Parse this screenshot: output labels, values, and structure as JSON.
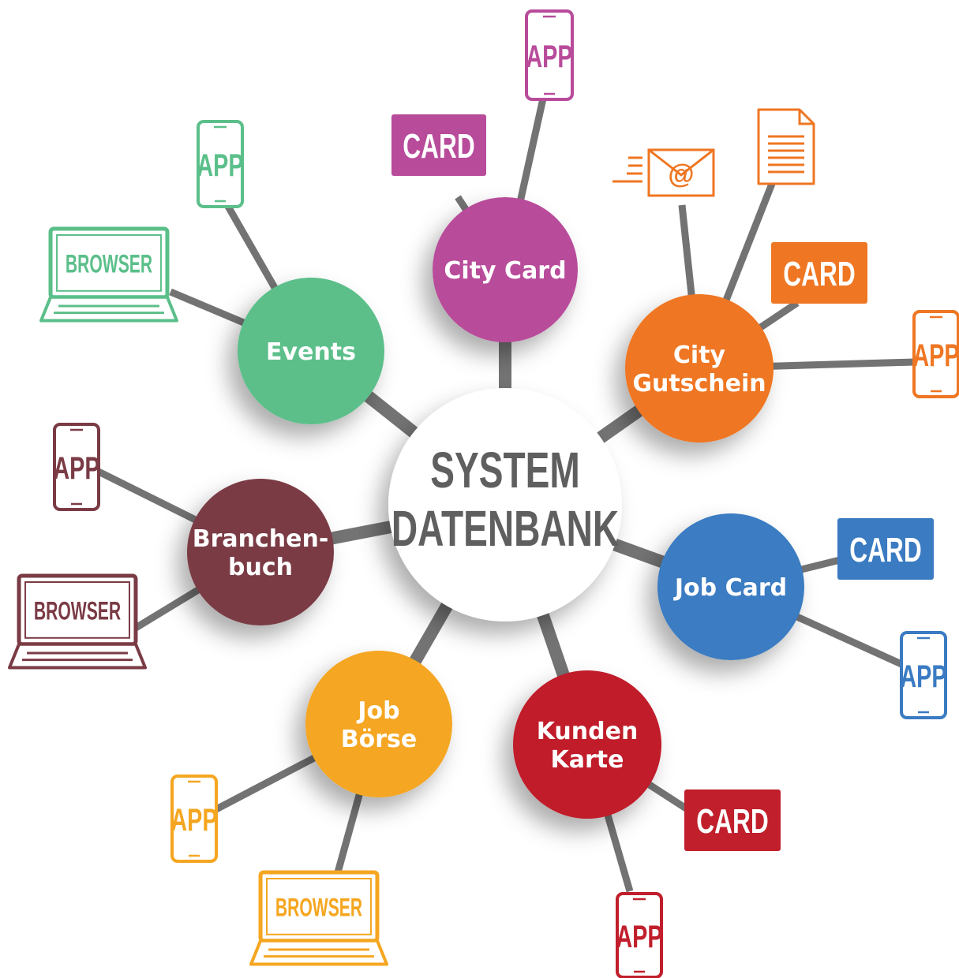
{
  "center": {
    "lines": [
      "SYSTEM",
      "DATENBANK"
    ],
    "color": "#5f5f5f"
  },
  "colors": {
    "purple": "#b84b9a",
    "orange": "#ef7622",
    "blue": "#3a7bc2",
    "red": "#c01f2b",
    "yellow": "#f5a620",
    "maroon": "#7a3b45",
    "green": "#5bbf8a",
    "connector": "#737373"
  },
  "hubs": [
    {
      "id": "city-card",
      "lines": [
        "City Card"
      ],
      "color": "#b84b9a"
    },
    {
      "id": "city-gutschein",
      "lines": [
        "City",
        "Gutschein"
      ],
      "color": "#ef7622"
    },
    {
      "id": "job-card",
      "lines": [
        "Job Card"
      ],
      "color": "#3a7bc2"
    },
    {
      "id": "kunden-karte",
      "lines": [
        "Kunden",
        "Karte"
      ],
      "color": "#c01f2b"
    },
    {
      "id": "job-boerse",
      "lines": [
        "Job",
        "Börse"
      ],
      "color": "#f5a620"
    },
    {
      "id": "branchenbuch",
      "lines": [
        "Branchen-",
        "buch"
      ],
      "color": "#7a3b45"
    },
    {
      "id": "events",
      "lines": [
        "Events"
      ],
      "color": "#5bbf8a"
    }
  ],
  "devices": [
    {
      "id": "city-card-card",
      "hub": "city-card",
      "kind": "card",
      "label": "CARD",
      "color": "#b84b9a"
    },
    {
      "id": "city-card-app",
      "hub": "city-card",
      "kind": "phone",
      "label": "APP",
      "color": "#b84b9a"
    },
    {
      "id": "city-gutschein-email",
      "hub": "city-gutschein",
      "kind": "email-icon",
      "label": "",
      "color": "#ef7622"
    },
    {
      "id": "city-gutschein-document",
      "hub": "city-gutschein",
      "kind": "document-icon",
      "label": "",
      "color": "#ef7622"
    },
    {
      "id": "city-gutschein-card",
      "hub": "city-gutschein",
      "kind": "card",
      "label": "CARD",
      "color": "#ef7622"
    },
    {
      "id": "city-gutschein-app",
      "hub": "city-gutschein",
      "kind": "phone",
      "label": "APP",
      "color": "#ef7622"
    },
    {
      "id": "job-card-card",
      "hub": "job-card",
      "kind": "card",
      "label": "CARD",
      "color": "#3a7bc2"
    },
    {
      "id": "job-card-app",
      "hub": "job-card",
      "kind": "phone",
      "label": "APP",
      "color": "#3a7bc2"
    },
    {
      "id": "kunden-karte-card",
      "hub": "kunden-karte",
      "kind": "card",
      "label": "CARD",
      "color": "#c01f2b"
    },
    {
      "id": "kunden-karte-app",
      "hub": "kunden-karte",
      "kind": "phone",
      "label": "APP",
      "color": "#c01f2b"
    },
    {
      "id": "job-boerse-app",
      "hub": "job-boerse",
      "kind": "phone",
      "label": "APP",
      "color": "#f5a620"
    },
    {
      "id": "job-boerse-browser",
      "hub": "job-boerse",
      "kind": "laptop",
      "label": "BROWSER",
      "color": "#f5a620"
    },
    {
      "id": "branchenbuch-app",
      "hub": "branchenbuch",
      "kind": "phone",
      "label": "APP",
      "color": "#7a3b45"
    },
    {
      "id": "branchenbuch-browser",
      "hub": "branchenbuch",
      "kind": "laptop",
      "label": "BROWSER",
      "color": "#7a3b45"
    },
    {
      "id": "events-app",
      "hub": "events",
      "kind": "phone",
      "label": "APP",
      "color": "#5bbf8a"
    },
    {
      "id": "events-browser",
      "hub": "events",
      "kind": "laptop",
      "label": "BROWSER",
      "color": "#5bbf8a"
    }
  ]
}
